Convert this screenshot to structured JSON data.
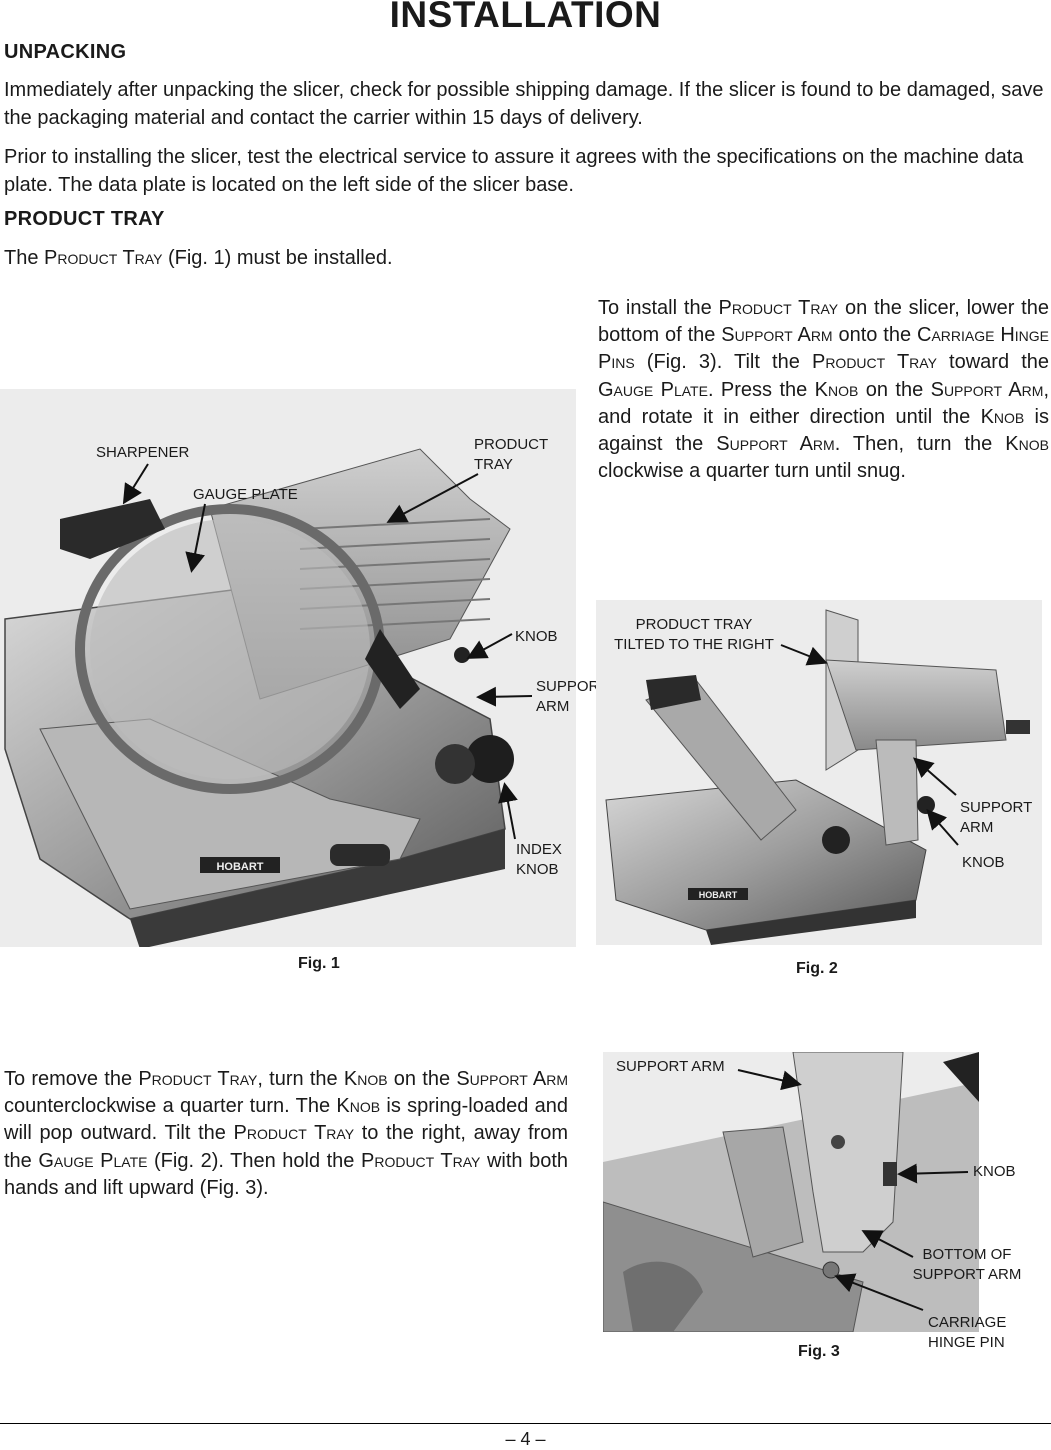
{
  "title": "INSTALLATION",
  "unpacking": {
    "heading": "UNPACKING",
    "para1": "Immediately after unpacking the slicer, check for possible shipping damage. If the slicer is found to be damaged, save the packaging material and contact the carrier within 15 days of delivery.",
    "para2": "Prior to installing the slicer, test the electrical service to assure it agrees with the specifications on the machine data plate.  The data plate is located on the left side of the slicer base."
  },
  "product_tray": {
    "heading": "PRODUCT TRAY",
    "intro": [
      "The ",
      "Product Tray",
      " (Fig. 1) must be installed."
    ],
    "install": [
      "To install the ",
      "Product Tray",
      " on the slicer, lower the bottom of the ",
      "Support Arm",
      " onto the ",
      "Carriage Hinge Pins",
      " (Fig. 3).  Tilt the ",
      "Product Tray",
      " toward the ",
      "Gauge Plate",
      ". Press the ",
      "Knob",
      " on the ",
      "Support Arm",
      ", and rotate it in either direction until the ",
      "Knob",
      " is against the ",
      "Support Arm",
      ". Then, turn the ",
      "Knob",
      " clockwise a quarter turn until snug."
    ],
    "remove": [
      "To remove the ",
      "Product Tray",
      ", turn the ",
      "Knob",
      " on the ",
      "Support Arm",
      " counterclockwise a quarter turn.  The ",
      "Knob",
      " is spring-loaded and will pop outward.   Tilt the ",
      "Product Tray",
      " to the right, away from the ",
      "Gauge Plate",
      " (Fig. 2). Then hold the ",
      "Product Tray",
      " with both hands and lift upward (Fig. 3)."
    ]
  },
  "fig1": {
    "caption": "Fig. 1",
    "callouts": {
      "sharpener": "SHARPENER",
      "gauge_plate": "GAUGE PLATE",
      "product_tray": [
        "PRODUCT",
        "TRAY"
      ],
      "knob": "KNOB",
      "support_arm": [
        "SUPPORT",
        "ARM"
      ],
      "index_knob": [
        "INDEX",
        "KNOB"
      ]
    },
    "brand": "HOBART"
  },
  "fig2": {
    "caption": "Fig. 2",
    "callouts": {
      "product_tray": [
        "PRODUCT TRAY",
        "TILTED TO THE RIGHT"
      ],
      "support_arm": [
        "SUPPORT",
        "ARM"
      ],
      "knob": "KNOB"
    },
    "brand": "HOBART"
  },
  "fig3": {
    "caption": "Fig. 3",
    "callouts": {
      "support_arm": "SUPPORT ARM",
      "knob": "KNOB",
      "bottom_support_arm": [
        "BOTTOM OF",
        "SUPPORT ARM"
      ],
      "hinge_pin": [
        "CARRIAGE",
        "HINGE PIN"
      ]
    }
  },
  "page_number": "– 4 –"
}
